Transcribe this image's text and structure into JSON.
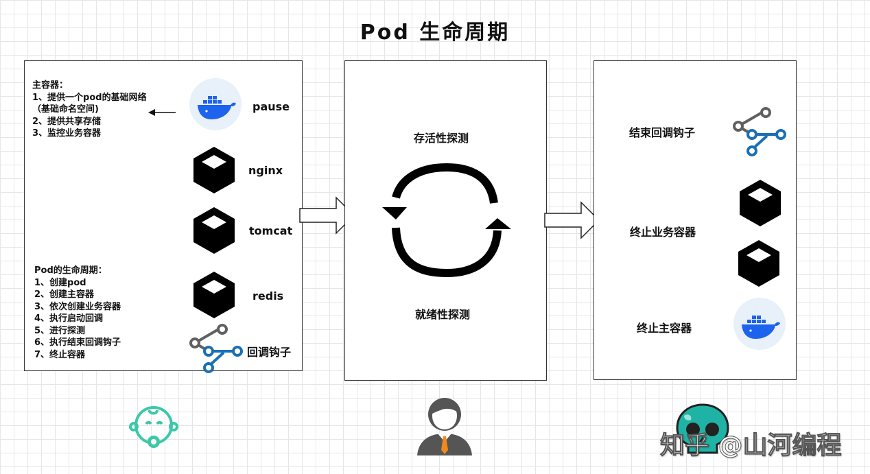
{
  "title": "Pod 生命周期",
  "left_panel": {
    "main_container_note": "主容器：\n1、提供一个pod的基础网络\n（基础命名空间)\n2、提供共享存储\n3、监控业务容器",
    "lifecycle_note": "Pod的生命周期：\n1、创建pod\n2、创建主容器\n3、依次创建业务容器\n4、执行启动回调\n5、进行探测\n6、执行结束回调钩子\n7、终止容器",
    "containers": [
      "pause",
      "nginx",
      "tomcat",
      "redis"
    ],
    "hook_label": "回调钩子"
  },
  "middle_panel": {
    "liveness_label": "存活性探测",
    "readiness_label": "就绪性探测"
  },
  "right_panel": {
    "end_hook_label": "结束回调钩子",
    "stop_business_label": "终止业务容器",
    "stop_main_label": "终止主容器"
  },
  "watermark": "知乎 @山河编程",
  "colors": {
    "docker_blue": "#1d63ed",
    "hook_gray": "#606060",
    "hook_blue": "#1a6fb5",
    "baby_teal": "#3cc8a8",
    "skull_teal": "#1fb3a6",
    "tie_orange": "#f08a1c"
  },
  "icons": [
    "docker-whale-icon",
    "container-cube-icon",
    "hook-share-icon",
    "cycle-arrows-icon",
    "baby-icon",
    "person-icon",
    "skull-icon",
    "arrow-icon"
  ]
}
